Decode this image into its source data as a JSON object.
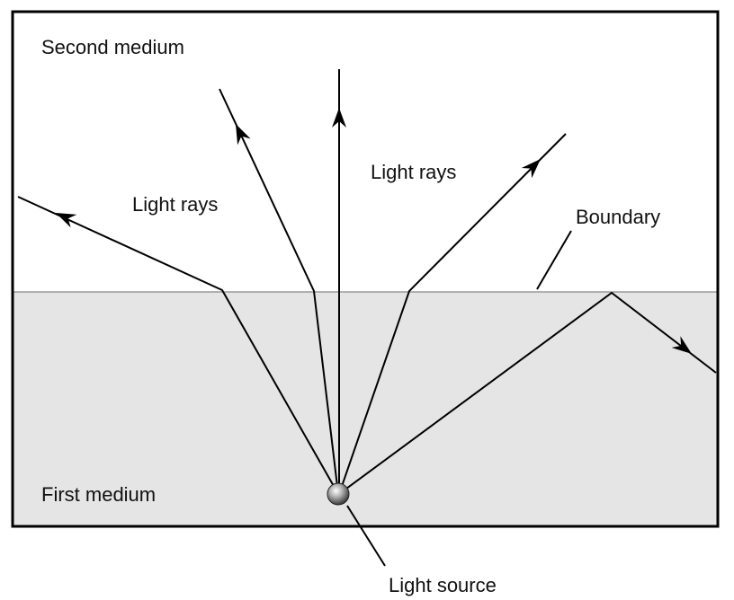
{
  "labels": {
    "second_medium": "Second medium",
    "first_medium": "First medium",
    "light_rays_left": "Light rays",
    "light_rays_right": "Light rays",
    "boundary": "Boundary",
    "light_source": "Light source"
  },
  "colors": {
    "first_medium_fill": "#e5e5e5",
    "second_medium_fill": "#ffffff",
    "line": "#000000",
    "boundary_line": "#888888"
  }
}
